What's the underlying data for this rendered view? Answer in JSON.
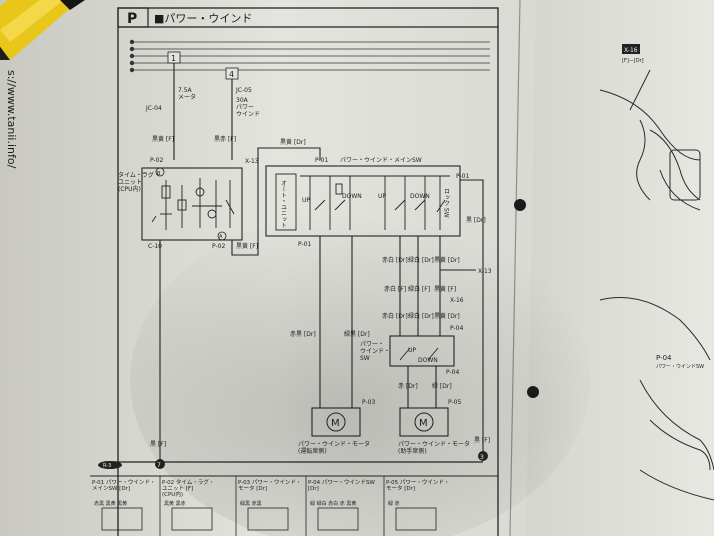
{
  "header": {
    "section_letter": "P",
    "title": "■パワー・ウインド"
  },
  "side_text": "s://www.tanii.info/",
  "power_circuit": {
    "fuse_small": "7.5A\nメータ",
    "fuse_small_num": "1",
    "fuse_big_num": "4",
    "jc05": "JC-05",
    "fuse_big": "30A\nパワー\nウインド",
    "jc04": "JC-04",
    "wire_left": "黒黄 [F]",
    "wire_right": "黒赤 [F]"
  },
  "timer_unit": {
    "connector_top": "P-02",
    "label": "タイム・ラグ・\nユニット\n(CPU内)",
    "marker_b": "B",
    "marker_a": "A",
    "connector_bottom_left": "C-10",
    "connector_bottom_right": "P-02",
    "wire_out": "黒黄 [F]",
    "x13": "X-13"
  },
  "main_sw": {
    "title": "パワー・ウインド・メインSW",
    "connector_left": "P-01",
    "connector_right": "P-01",
    "wire_top": "黒黄 [Dr]",
    "auto_label": "オート・ユニット",
    "up": "UP",
    "down": "DOWN",
    "lock": "ロック SW",
    "right_wire": "黒 [Dr]",
    "connector_bottom": "P-01"
  },
  "passenger_wires": {
    "row1": [
      "赤白 [Dr]",
      "緑白 [Dr]",
      "黒黄 [Dr]"
    ],
    "row2": [
      "赤白 [F]",
      "緑白 [F]",
      "黒黄 [F]"
    ],
    "row3": [
      "赤白 [Dr]",
      "緑白 [Dr]",
      "黒黄 [Dr]"
    ],
    "x13": "X-13",
    "x16": "X-16",
    "p04": "P-04"
  },
  "driver_wires": {
    "red_black": "赤黒 [Dr]",
    "green_black": "緑黒 [Dr]"
  },
  "passenger_sw": {
    "label": "パワー・\nウインド・\nSW",
    "up": "UP",
    "down": "DOWN",
    "connector": "P-04",
    "wire_red": "赤 [Dr]",
    "wire_green": "緑 [Dr]"
  },
  "motors": {
    "driver": {
      "symbol": "M",
      "connector": "P-03",
      "label": "パワー・ウインド・モータ\n(運転席側)"
    },
    "passenger": {
      "symbol": "M",
      "connector": "P-05",
      "label": "パワー・ウインド・モータ\n(助手席側)"
    }
  },
  "ground": {
    "left_wire": "黒 [F]",
    "right_wire": "黒 [F]",
    "left_marker": "7",
    "right_marker": "3",
    "start_marker": "R-3"
  },
  "connector_table": {
    "cells": [
      {
        "id": "P-01",
        "title": "パワー・ウインド・\nメインSW [Dr]",
        "pins": [
          "赤黒",
          "黒黄",
          "黒黄"
        ]
      },
      {
        "id": "P-02",
        "title": "タイム・ラグ・\nユニット [F]\n(CPU内)",
        "pins": [
          "黒黄",
          "黒赤"
        ]
      },
      {
        "id": "P-03",
        "title": "パワー・ウインド・\nモータ [Dr]",
        "pins": [
          "緑黒",
          "赤黒"
        ]
      },
      {
        "id": "P-04",
        "title": "パワー・ウインドSW\n[Dr]",
        "pins": [
          "緑",
          "緑白",
          "赤白",
          "赤",
          "黒黄"
        ]
      },
      {
        "id": "P-05",
        "title": "パワー・ウインド・\nモータ [Dr]",
        "pins": [
          "緑",
          "赤"
        ]
      }
    ]
  },
  "right_page": {
    "connector_tag": "X-16",
    "connector_sub": "[F]—[Dr]",
    "p04_label": "P-04",
    "p04_sub": "パワー・ウインドSW"
  }
}
